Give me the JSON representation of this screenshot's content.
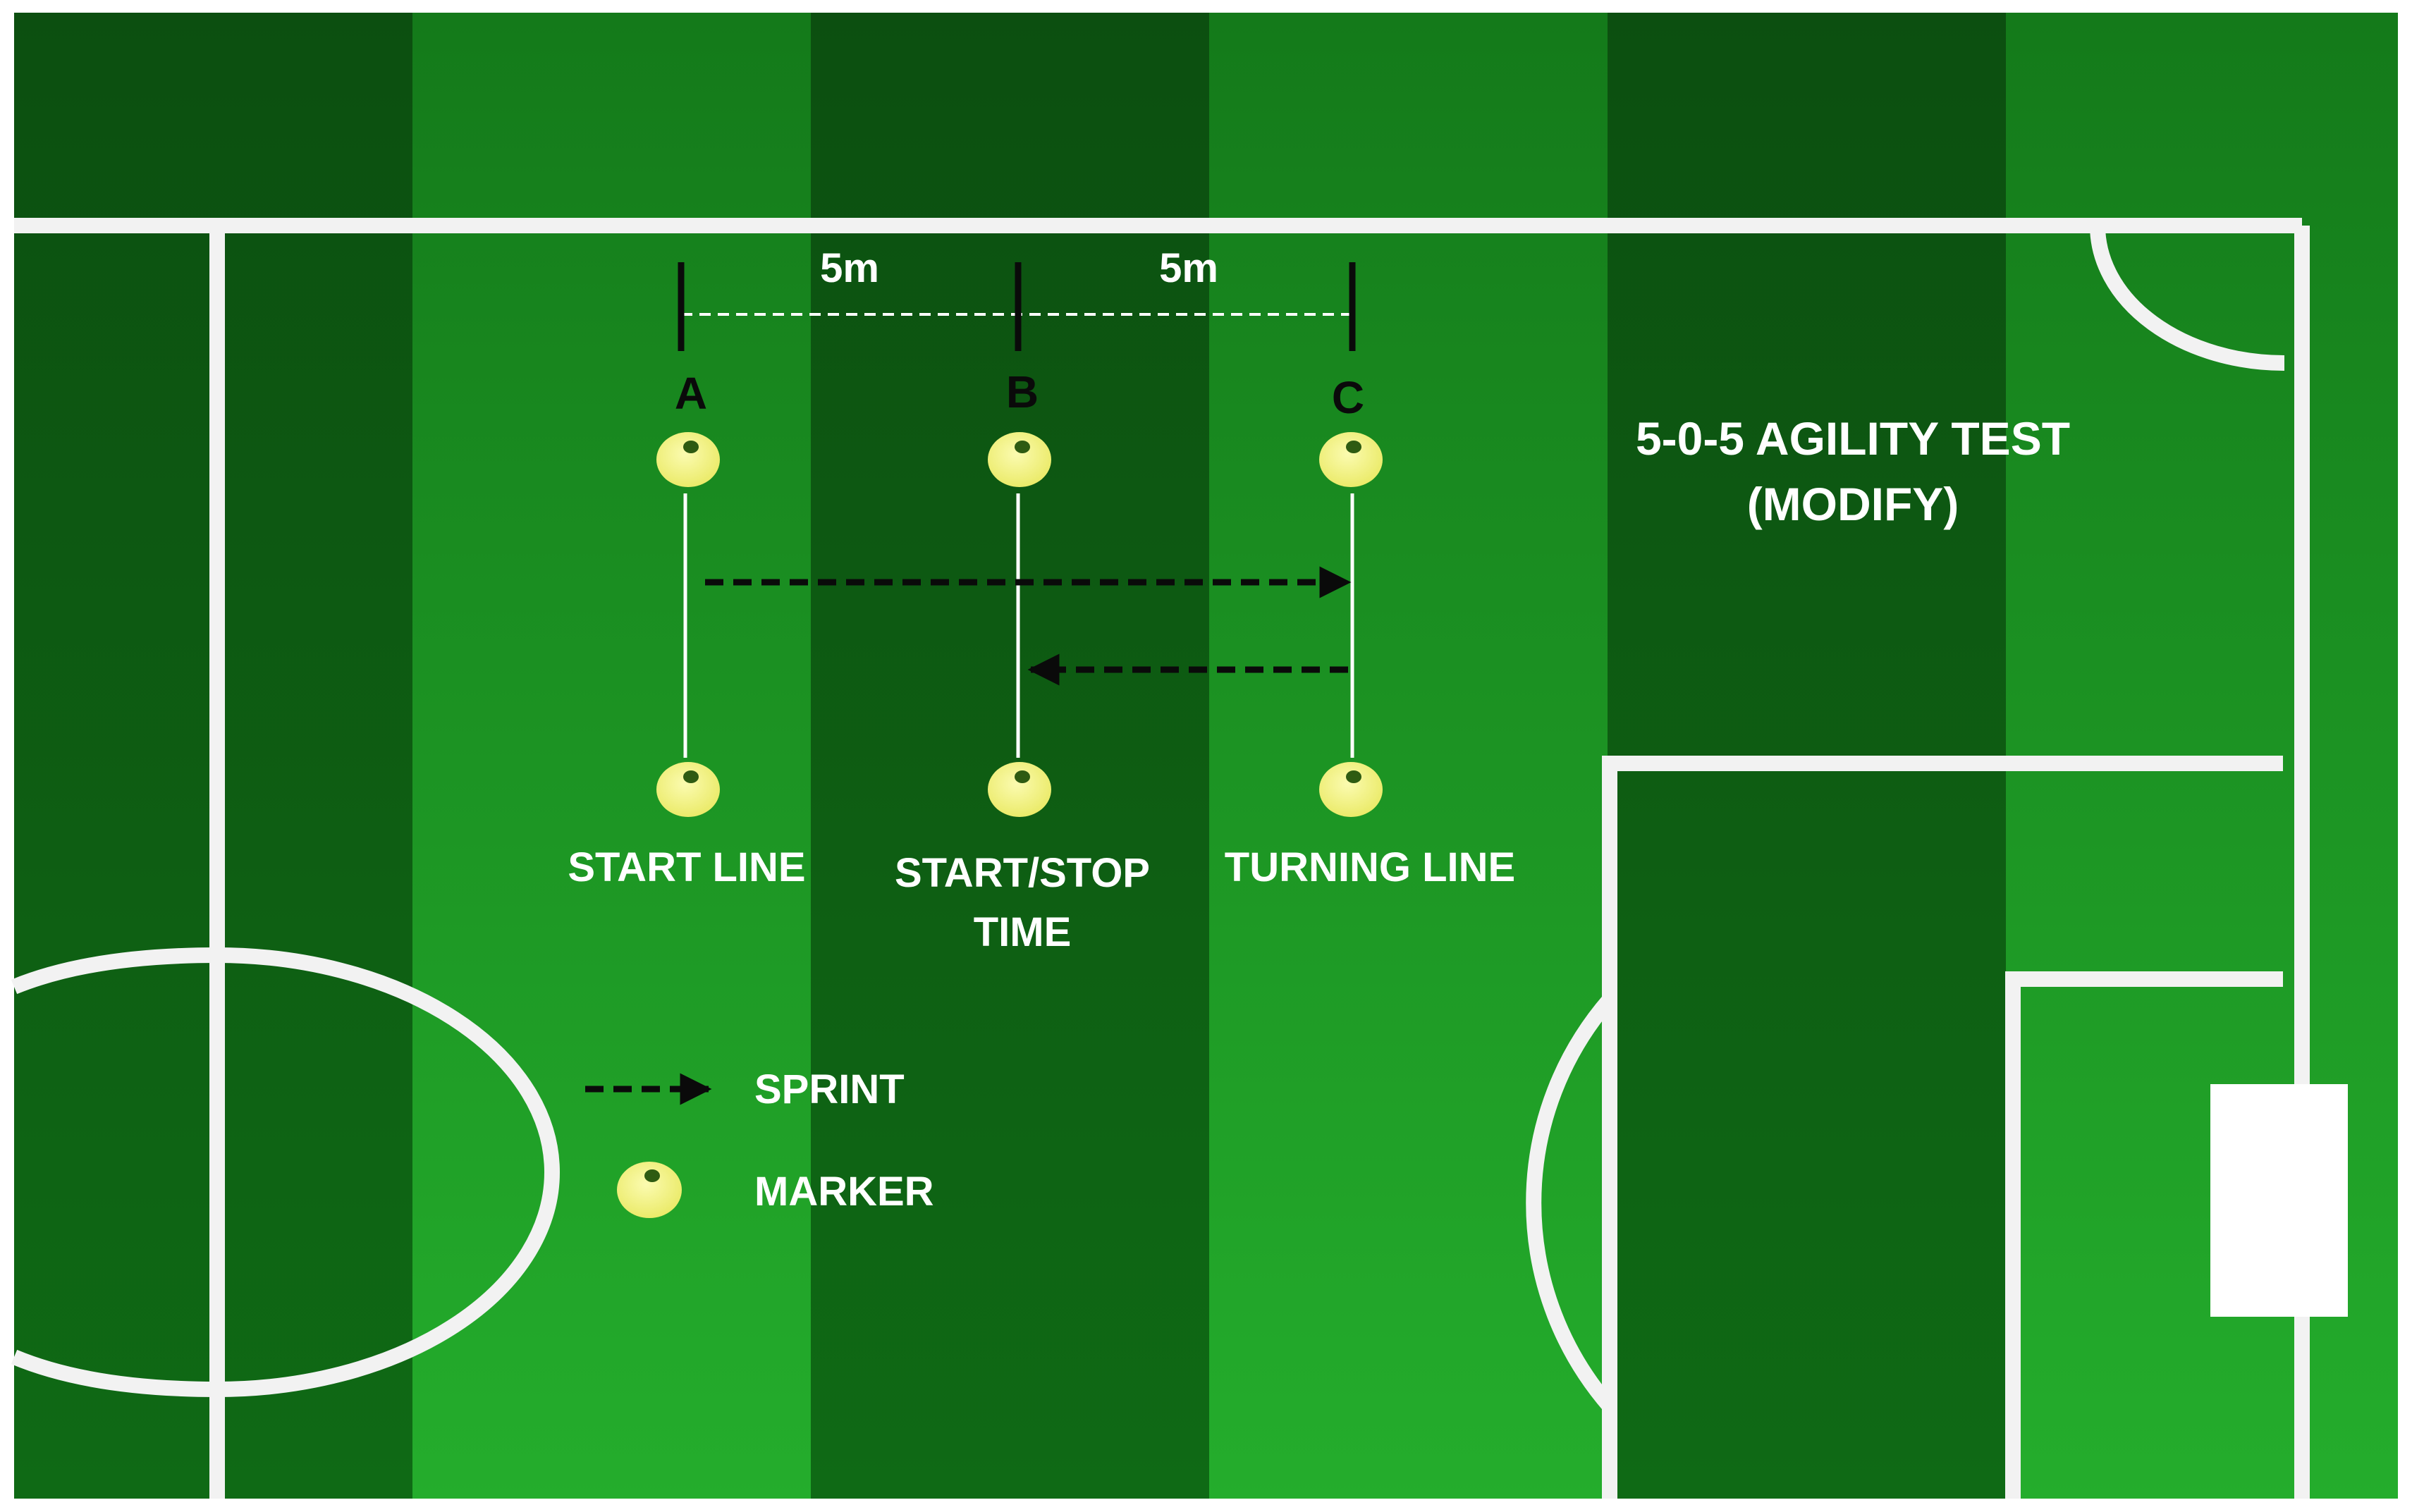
{
  "title": {
    "line1": "5-0-5 AGILITY TEST",
    "line2": "(MODIFY)"
  },
  "distances": {
    "a_to_b": "5m",
    "b_to_c": "5m"
  },
  "points": {
    "a": "A",
    "b": "B",
    "c": "C"
  },
  "lines": {
    "start": "START LINE",
    "start_stop_line1": "START/STOP",
    "start_stop_line2": "TIME",
    "turning": "TURNING LINE"
  },
  "legend": {
    "sprint": "SPRINT",
    "marker": "MARKER"
  },
  "colors": {
    "field_dark": "#0d5a12",
    "field_mid": "#138a1c",
    "field_light": "#1fa526",
    "pitch_line": "#f2f2f2",
    "marker_fill": "#f4f48a",
    "marker_dot": "#2e5b12",
    "arrow": "#0a0a0a"
  }
}
